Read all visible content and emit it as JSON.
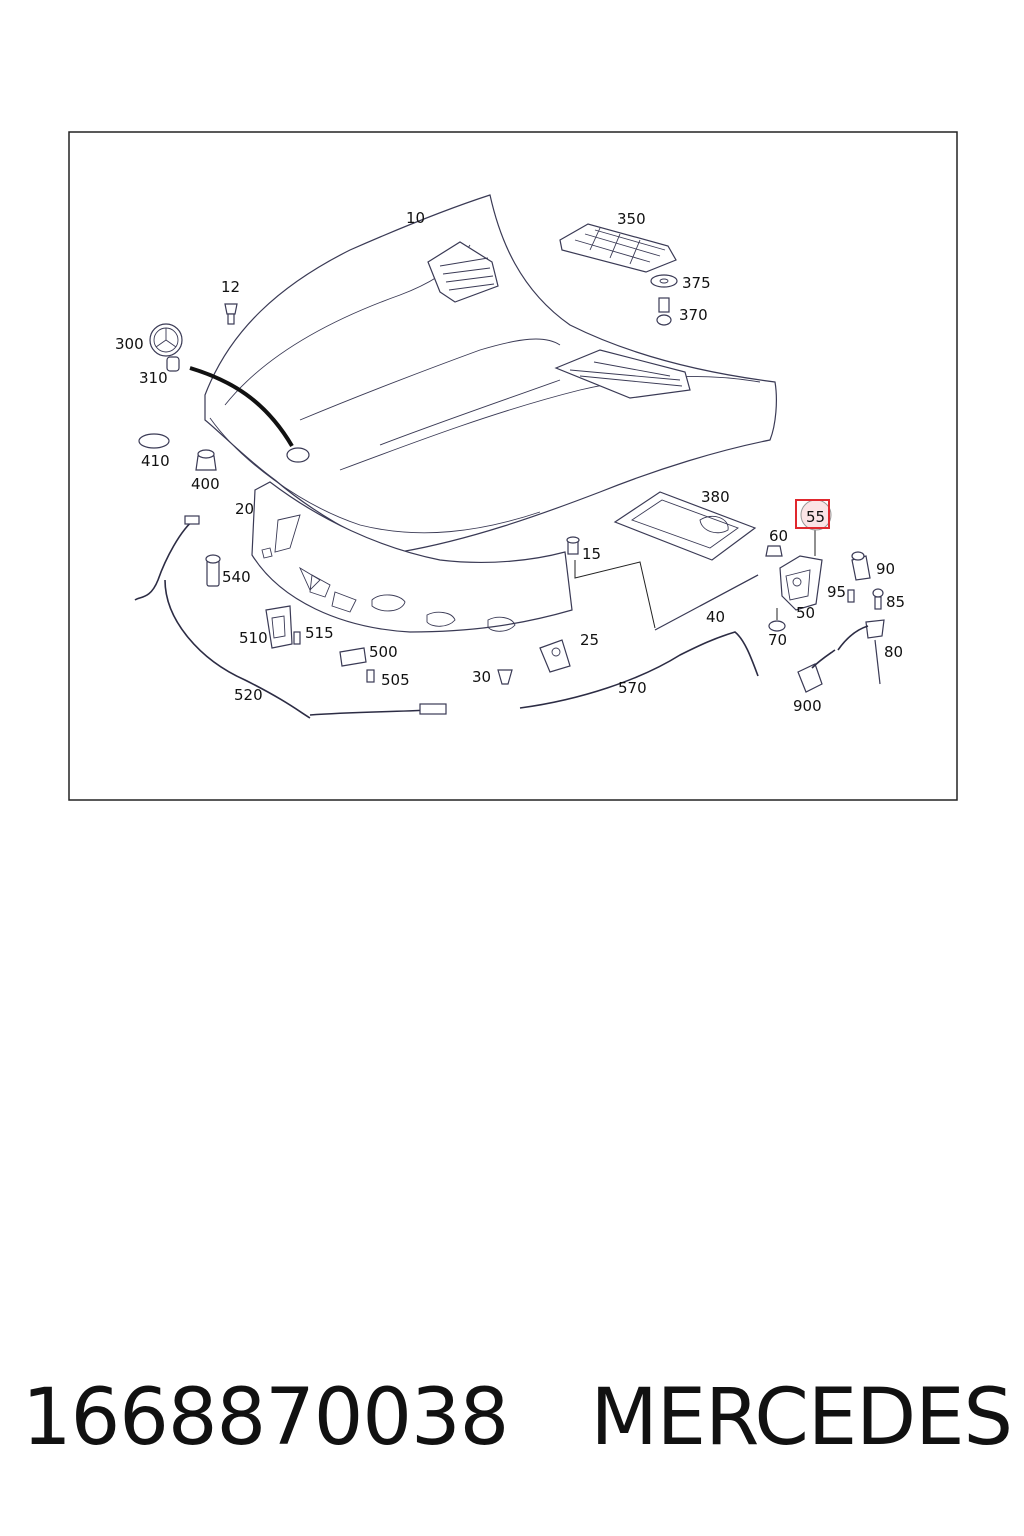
{
  "callouts": {
    "c10": "10",
    "c12": "12",
    "c15": "15",
    "c20": "20",
    "c25": "25",
    "c30": "30",
    "c40": "40",
    "c50": "50",
    "c55": "55",
    "c60": "60",
    "c70": "70",
    "c80": "80",
    "c85": "85",
    "c90": "90",
    "c95": "95",
    "c300": "300",
    "c310": "310",
    "c350": "350",
    "c370": "370",
    "c375": "375",
    "c380": "380",
    "c400": "400",
    "c410": "410",
    "c500": "500",
    "c505": "505",
    "c510": "510",
    "c515": "515",
    "c520": "520",
    "c540": "540",
    "c570": "570",
    "c900": "900"
  },
  "highlight": {
    "label": "55",
    "color": "#e0282e"
  },
  "caption": {
    "part_number": "1668870038",
    "brand": "MERCEDES"
  }
}
